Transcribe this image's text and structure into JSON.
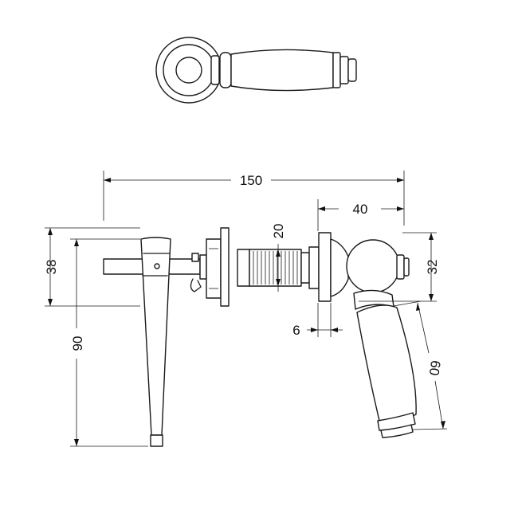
{
  "dimensions": {
    "overall_length": "150",
    "handle_depth": "40",
    "spindle_length": "20",
    "rose_height": "38",
    "lever_height": "90",
    "rose_thickness": "6",
    "shroud_diameter": "32",
    "handle_length": "60"
  },
  "icons": {
    "top_view": "handle-top-view-icon",
    "lever": "lever-handle-icon",
    "spindle": "threaded-spindle-icon",
    "handle_side": "ceramic-handle-side-view-icon"
  }
}
